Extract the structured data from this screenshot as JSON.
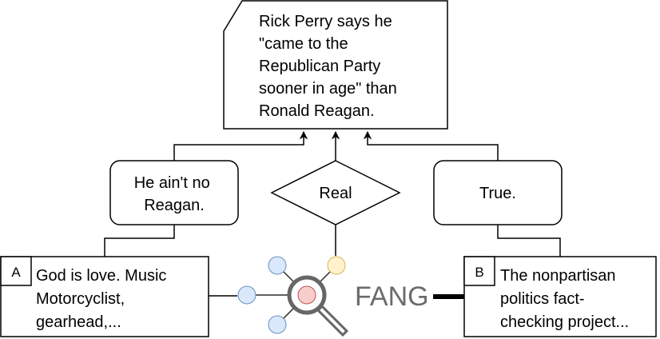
{
  "claim": {
    "lines": [
      "Rick Perry says he",
      "\"came to the",
      "Republican Party",
      "sooner in age\" than",
      "Ronald Reagan."
    ]
  },
  "left_response": {
    "lines": [
      "He ain't no",
      "Reagan."
    ]
  },
  "verdict": {
    "label": "Real"
  },
  "right_response": {
    "label": "True."
  },
  "source_a": {
    "tag": "A",
    "lines": [
      "God is love. Music",
      "Motorcyclist,",
      "gearhead,..."
    ]
  },
  "source_b": {
    "tag": "B",
    "lines": [
      "The nonpartisan",
      "politics fact-",
      "checking project..."
    ]
  },
  "logo": {
    "text": "FANG",
    "colors": {
      "node_blue": "#dae8fc",
      "node_blue_stroke": "#6c8ebf",
      "node_yellow": "#fff2cc",
      "node_yellow_stroke": "#d6b656",
      "node_red": "#f8cecc",
      "node_red_stroke": "#b85450",
      "magnifier": "#666666"
    }
  }
}
